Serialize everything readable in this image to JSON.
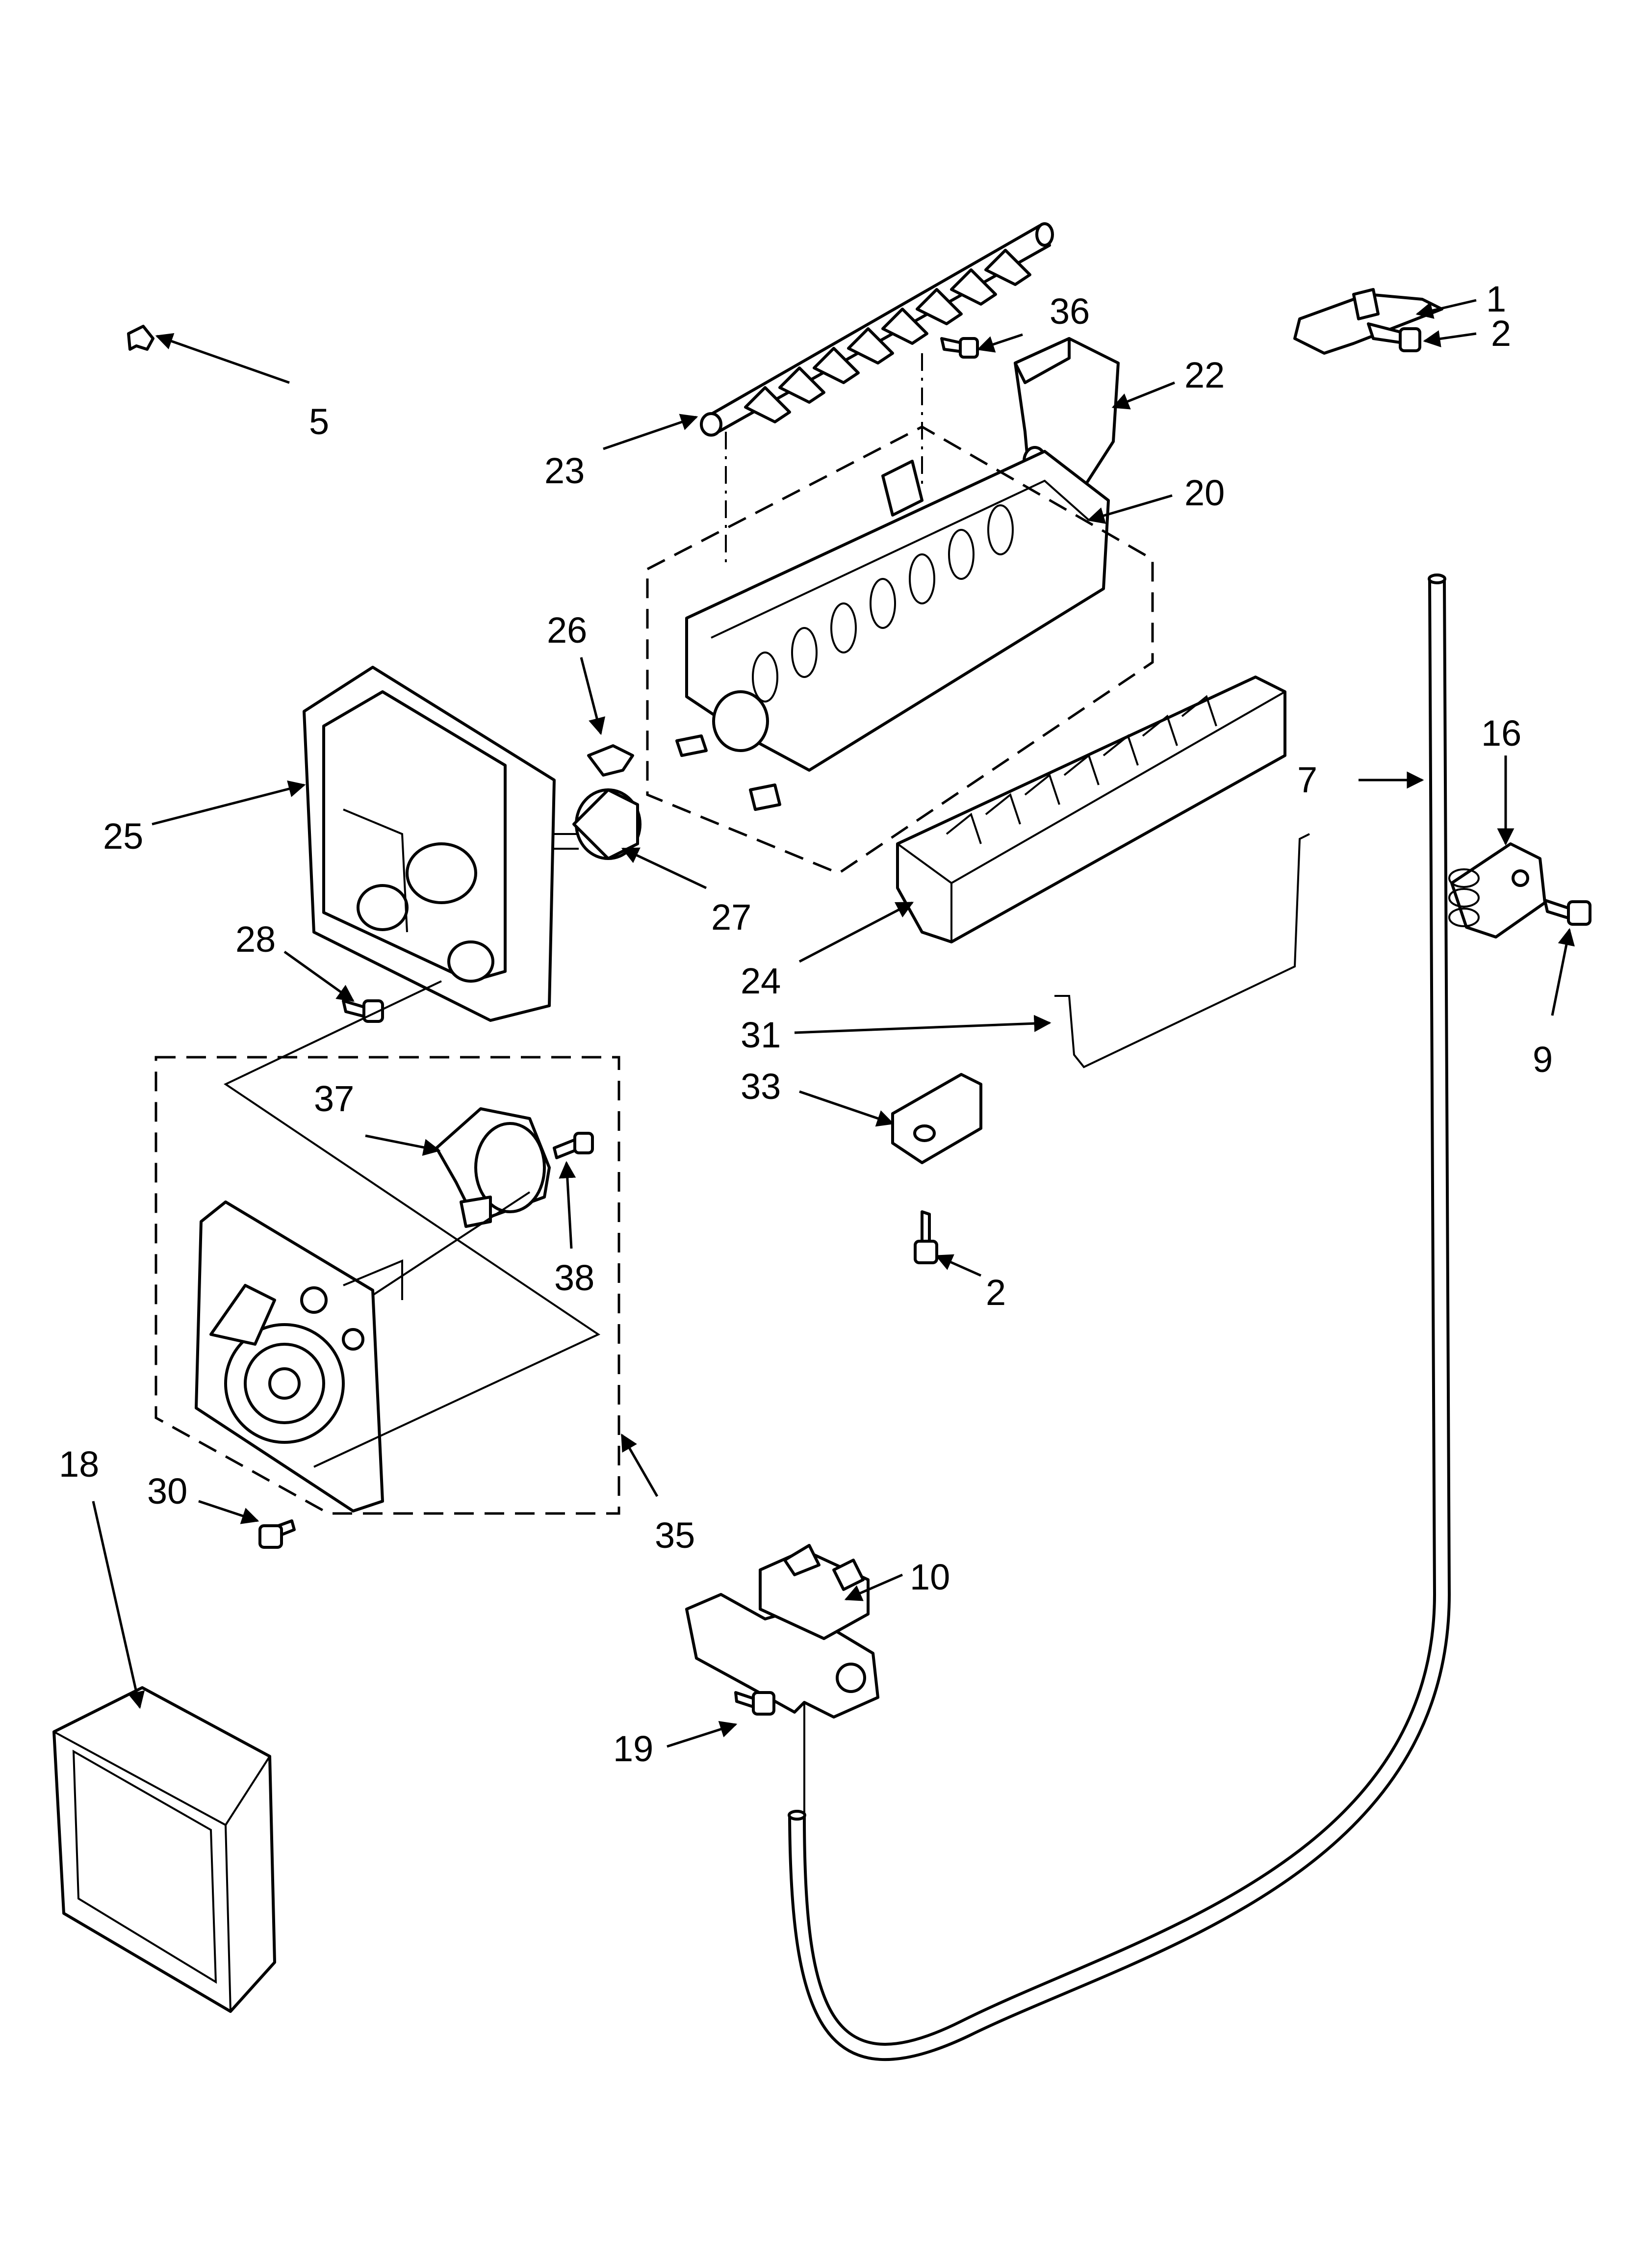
{
  "callouts": [
    {
      "id": "1",
      "text": "1"
    },
    {
      "id": "2",
      "text": "2"
    },
    {
      "id": "5",
      "text": "5"
    },
    {
      "id": "7",
      "text": "7"
    },
    {
      "id": "9",
      "text": "9"
    },
    {
      "id": "10",
      "text": "10"
    },
    {
      "id": "16",
      "text": "16"
    },
    {
      "id": "18",
      "text": "18"
    },
    {
      "id": "19",
      "text": "19"
    },
    {
      "id": "20",
      "text": "20"
    },
    {
      "id": "22",
      "text": "22"
    },
    {
      "id": "23",
      "text": "23"
    },
    {
      "id": "24",
      "text": "24"
    },
    {
      "id": "25",
      "text": "25"
    },
    {
      "id": "26",
      "text": "26"
    },
    {
      "id": "27",
      "text": "27"
    },
    {
      "id": "28",
      "text": "28"
    },
    {
      "id": "30",
      "text": "30"
    },
    {
      "id": "31",
      "text": "31"
    },
    {
      "id": "33",
      "text": "33"
    },
    {
      "id": "35",
      "text": "35"
    },
    {
      "id": "36",
      "text": "36"
    },
    {
      "id": "37",
      "text": "37"
    },
    {
      "id": "38",
      "text": "38"
    }
  ]
}
